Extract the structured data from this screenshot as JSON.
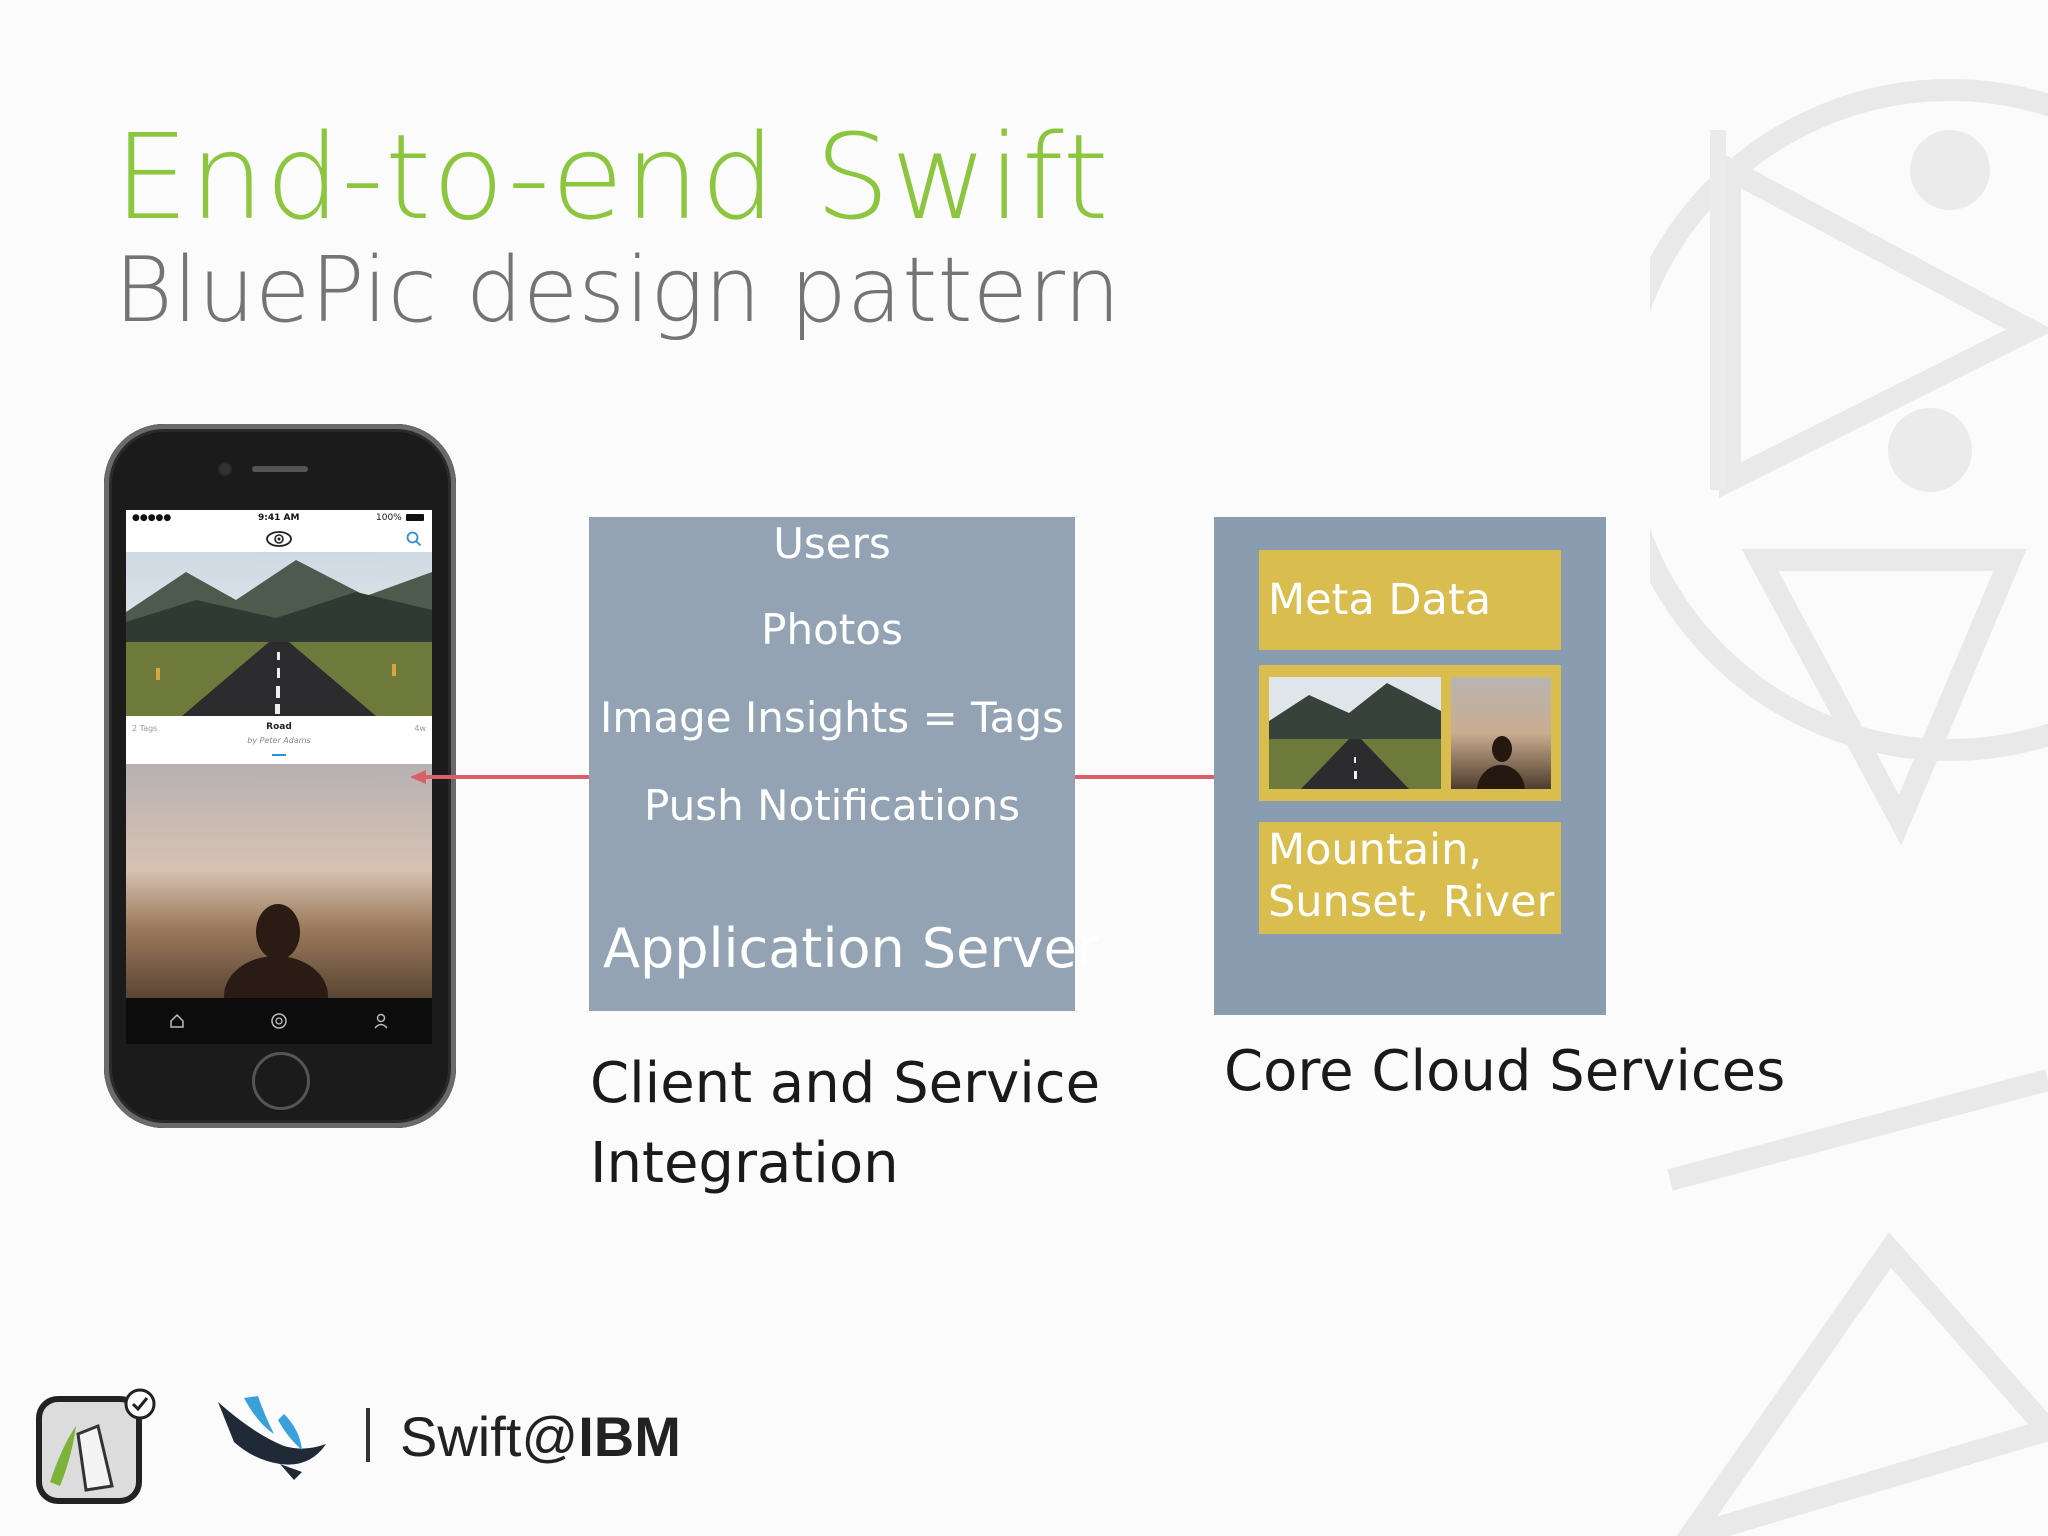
{
  "title": "End-to-end Swift",
  "subtitle": "BluePic design pattern",
  "phone": {
    "status_time": "9:41 AM",
    "status_signal": "●●●●● ",
    "status_battery": "100%",
    "photo_tags": "2 Tags",
    "photo_title": "Road",
    "photo_author": "by Peter Adams",
    "photo_age": "4w"
  },
  "app_server": {
    "items": [
      "Users",
      "Photos",
      "Image Insights = Tags",
      "Push Notifications"
    ],
    "label": "Application Server"
  },
  "cloud": {
    "meta_label": "Meta Data",
    "tags_line1": "Mountain,",
    "tags_line2": "Sunset, River"
  },
  "captions": {
    "client_line1": "Client and Service",
    "client_line2": "Integration",
    "cloud": "Core Cloud Services"
  },
  "footer": {
    "brand_prefix": "Swift@",
    "brand_suffix": "IBM"
  },
  "colors": {
    "title_green": "#8cc63f",
    "server_box": "#93a3b3",
    "cloud_box": "#8a9cb0",
    "gold": "#d9bd4f",
    "arrow": "#d9606a"
  }
}
